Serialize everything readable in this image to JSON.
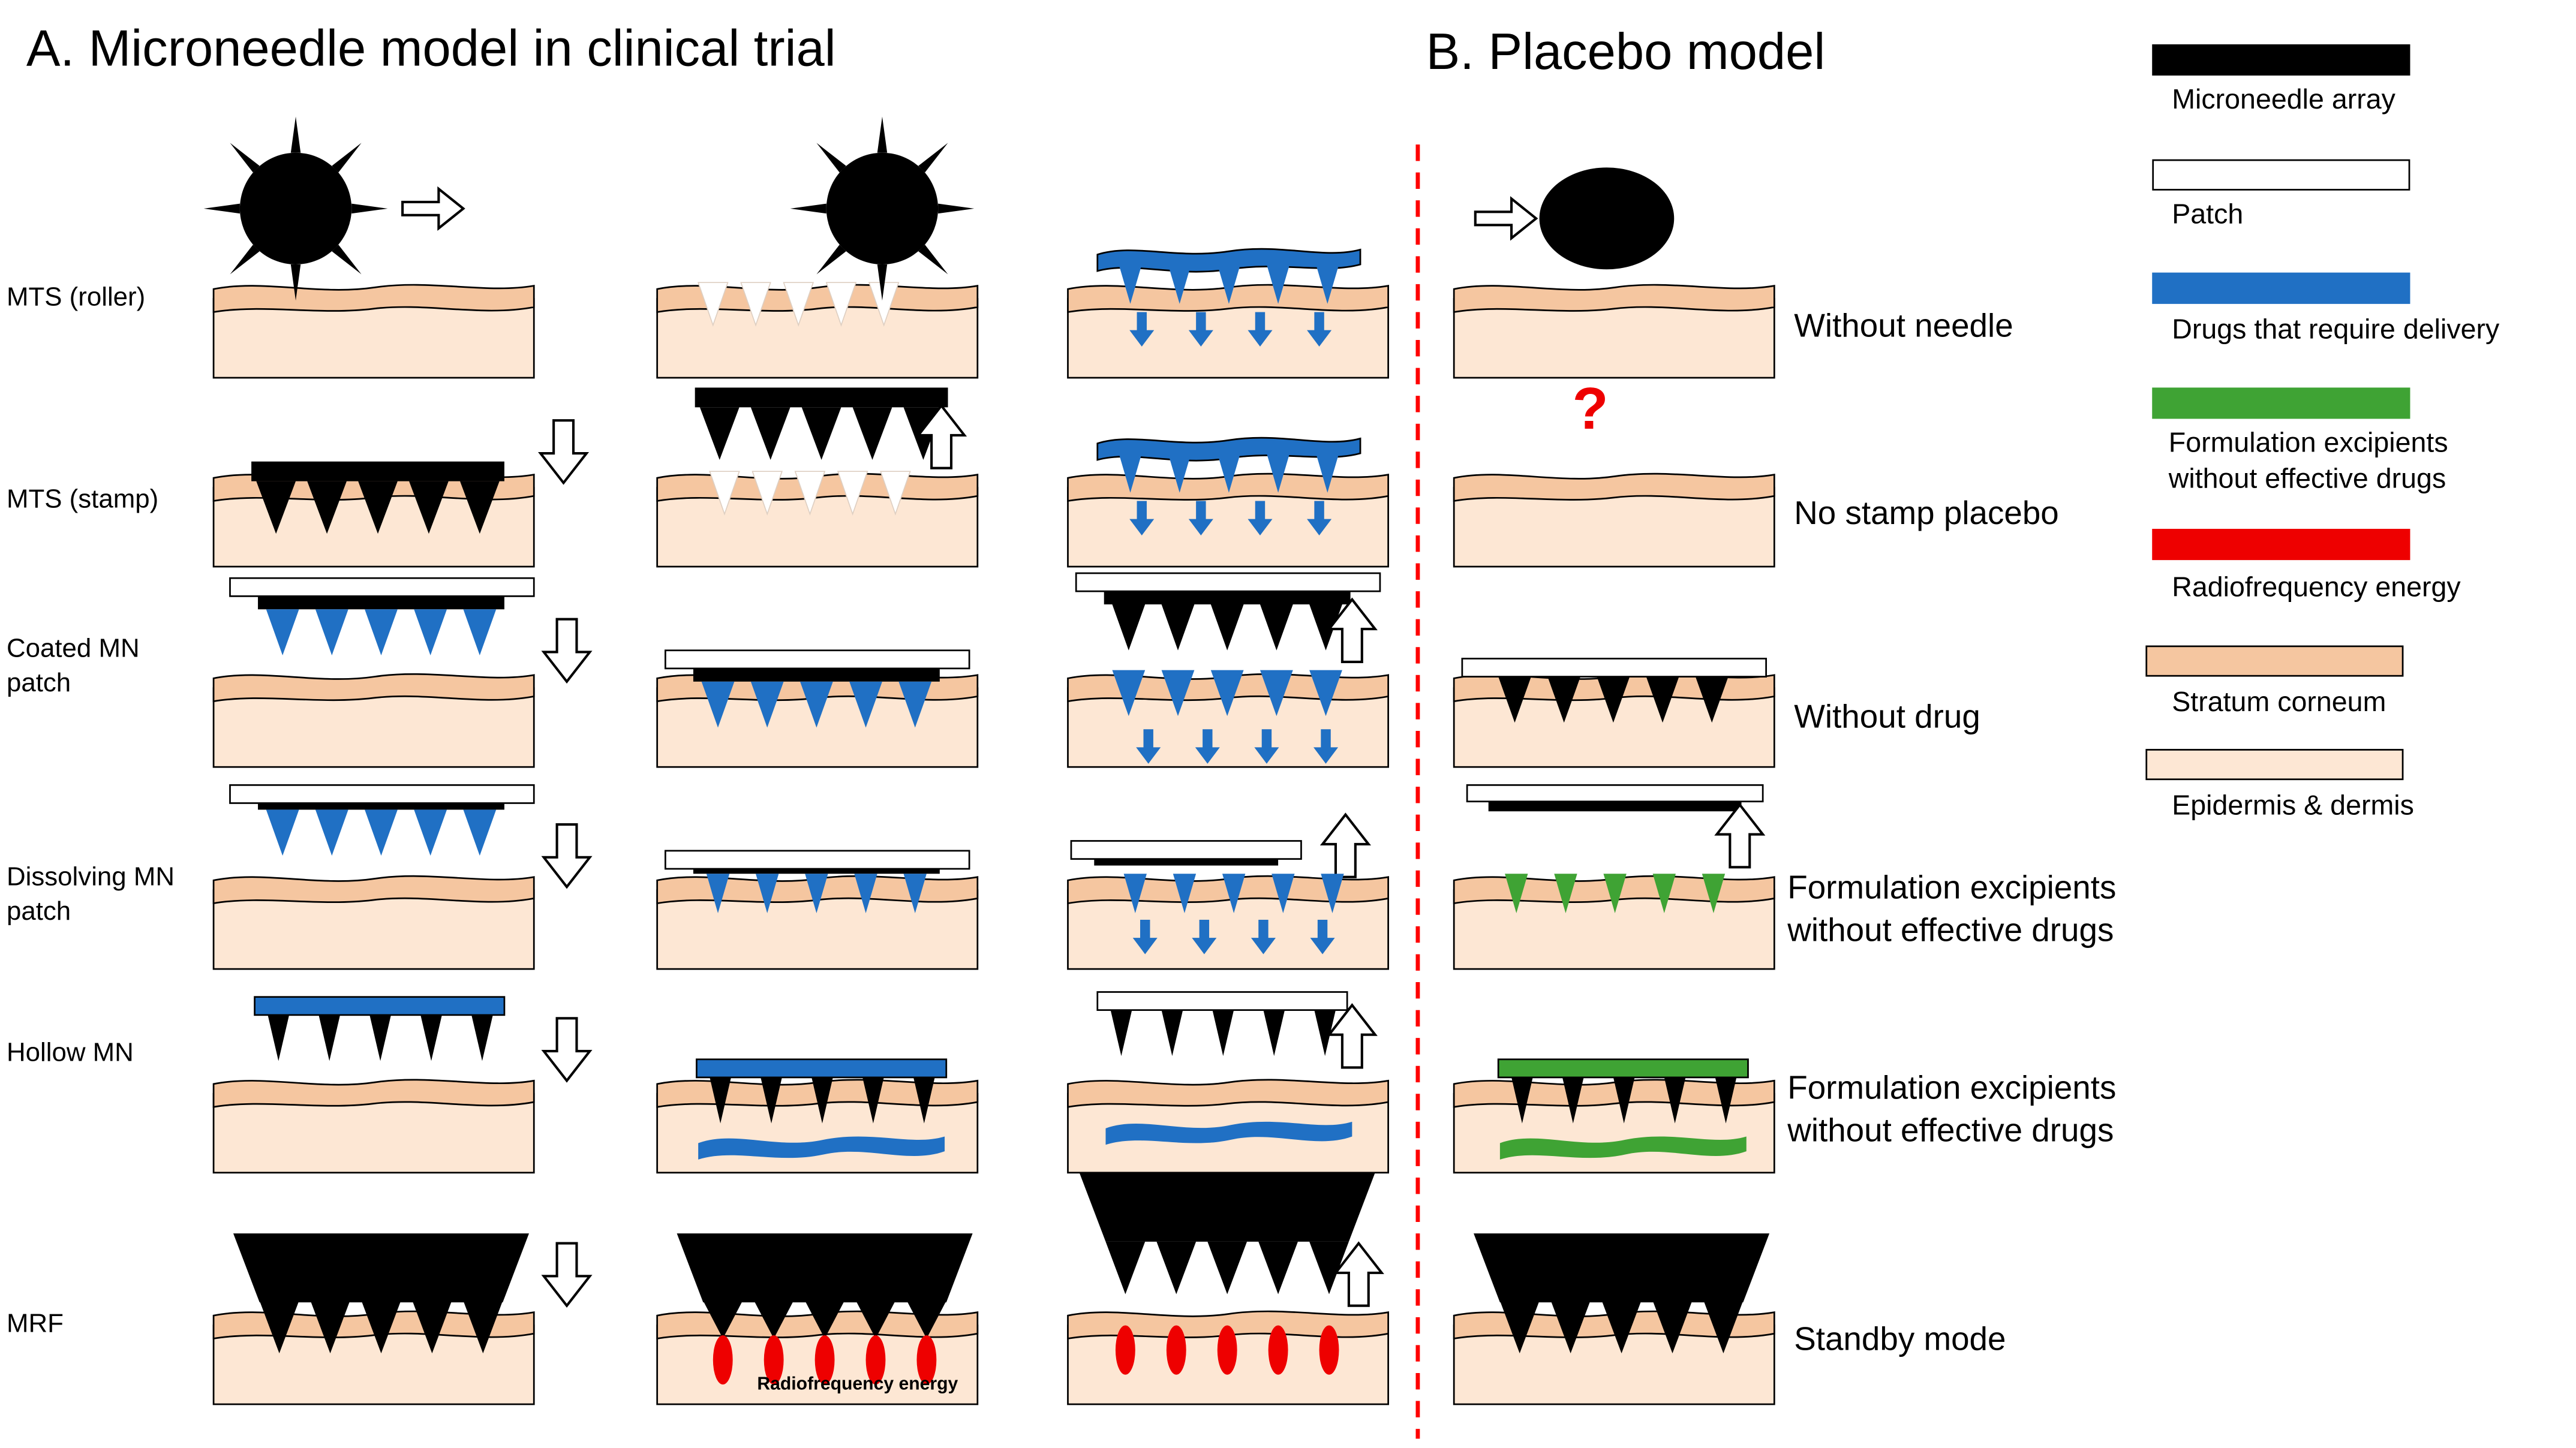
{
  "titles": {
    "a": "A. Microneedle model in clinical trial",
    "b": "B. Placebo model"
  },
  "rows": [
    {
      "label": "MTS (roller)",
      "placebo": "Without needle"
    },
    {
      "label": "MTS (stamp)",
      "placebo": "No stamp placebo"
    },
    {
      "label": "Coated MN\npatch",
      "placebo": "Without drug"
    },
    {
      "label": "Dissolving MN\npatch",
      "placebo": "Formulation excipients\nwithout effective drugs"
    },
    {
      "label": "Hollow MN",
      "placebo": "Formulation excipients\nwithout effective drugs"
    },
    {
      "label": "MRF",
      "placebo": "Standby mode"
    }
  ],
  "annotations": {
    "radiofrequency": "Radiofrequency energy",
    "question_mark": "?"
  },
  "legend": [
    {
      "label": "Microneedle array",
      "swatch": "black"
    },
    {
      "label": "Patch",
      "swatch": "white"
    },
    {
      "label": "Drugs that require delivery",
      "swatch": "blue"
    },
    {
      "label": "Formulation excipients\nwithout effective drugs",
      "swatch": "green"
    },
    {
      "label": "Radiofrequency energy",
      "swatch": "red"
    },
    {
      "label": "Stratum corneum",
      "swatch": "stratum"
    },
    {
      "label": "Epidermis & dermis",
      "swatch": "epidermis"
    }
  ],
  "colors": {
    "black": "#000000",
    "blue": "#2070c4",
    "green": "#3fa334",
    "red": "#ee0000",
    "stratum": "#f5c6a0",
    "epidermis": "#fde7d4",
    "divider": "#ff0000"
  }
}
